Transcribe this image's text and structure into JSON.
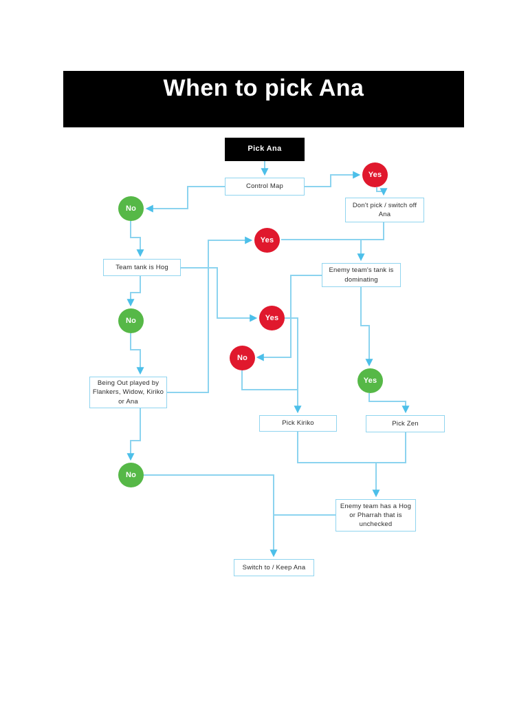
{
  "page": {
    "title": "When to pick Ana"
  },
  "flowchart": {
    "nodes": {
      "pick_ana": {
        "label": "Pick Ana"
      },
      "control_map": {
        "label": "Control Map"
      },
      "dont_pick": {
        "label": "Don't pick / switch off Ana"
      },
      "team_tank_hog": {
        "label": "Team tank is Hog"
      },
      "enemy_tank_dominating": {
        "label": "Enemy team's tank is dominating"
      },
      "being_outplayed": {
        "label": "Being Out played by Flankers, Widow, Kiriko or Ana"
      },
      "pick_kiriko": {
        "label": "Pick Kiriko"
      },
      "pick_zen": {
        "label": "Pick Zen"
      },
      "enemy_hog_pharrah": {
        "label": "Enemy team has a Hog or Pharrah that is unchecked"
      },
      "switch_keep_ana": {
        "label": "Switch to / Keep Ana"
      }
    },
    "decisions": [
      {
        "id": "yes-after-control-map",
        "label": "Yes",
        "color": "red"
      },
      {
        "id": "no-after-control-map",
        "label": "No",
        "color": "green"
      },
      {
        "id": "yes-from-outplayed",
        "label": "Yes",
        "color": "red"
      },
      {
        "id": "yes-after-team-tank",
        "label": "Yes",
        "color": "red"
      },
      {
        "id": "no-after-enemy-tank",
        "label": "No",
        "color": "red"
      },
      {
        "id": "no-after-team-tank",
        "label": "No",
        "color": "green"
      },
      {
        "id": "yes-after-enemy-tank",
        "label": "Yes",
        "color": "green"
      },
      {
        "id": "no-after-outplayed",
        "label": "No",
        "color": "green"
      }
    ],
    "colors": {
      "decision_red": "#e0182d",
      "decision_green": "#56b847",
      "connector_line": "#8bd3ef",
      "arrowhead": "#4cbfe9",
      "node_border": "#8fd4ef",
      "start_node_bg": "#000000"
    }
  }
}
